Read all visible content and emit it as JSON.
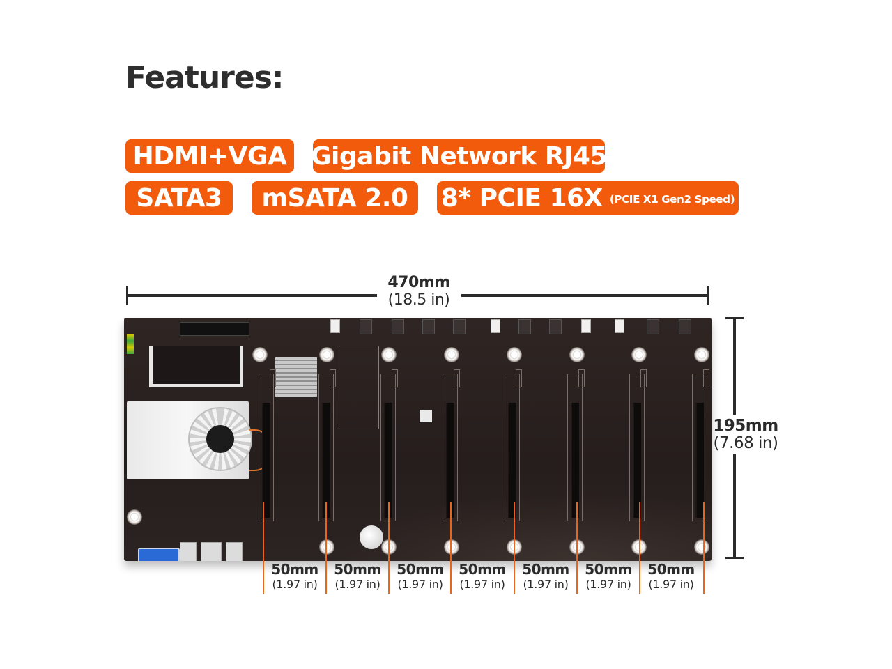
{
  "heading": "Features:",
  "features": [
    {
      "label": "HDMI+VGA",
      "sub": ""
    },
    {
      "label": "Gigabit Network RJ45",
      "sub": ""
    },
    {
      "label": "SATA3",
      "sub": ""
    },
    {
      "label": "mSATA 2.0",
      "sub": ""
    },
    {
      "label": "8* PCIE 16X",
      "sub": "(PCIE X1 Gen2 Speed)"
    }
  ],
  "dimensions": {
    "width": {
      "mm": "470mm",
      "in": "(18.5 in)"
    },
    "height": {
      "mm": "195mm",
      "in": "(7.68 in)"
    }
  },
  "slot_spacing": [
    {
      "mm": "50mm",
      "in": "(1.97 in)"
    },
    {
      "mm": "50mm",
      "in": "(1.97 in)"
    },
    {
      "mm": "50mm",
      "in": "(1.97 in)"
    },
    {
      "mm": "50mm",
      "in": "(1.97 in)"
    },
    {
      "mm": "50mm",
      "in": "(1.97 in)"
    },
    {
      "mm": "50mm",
      "in": "(1.97 in)"
    },
    {
      "mm": "50mm",
      "in": "(1.97 in)"
    }
  ],
  "colors": {
    "accent": "#f25a0c",
    "tick": "#e8661c",
    "text": "#2b2b2b",
    "board": "#2a2220"
  },
  "image": {
    "subject": "mining-motherboard",
    "pcie_slot_count": 8
  }
}
